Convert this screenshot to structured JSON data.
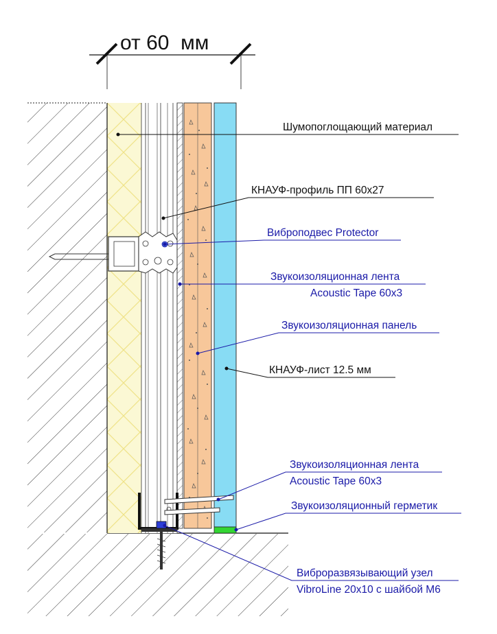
{
  "dimension": {
    "text": "от 60  мм"
  },
  "labels": {
    "sound_absorbing": "Шумопоглощающий материал",
    "profile": "КНАУФ-профиль ПП 60х27",
    "hanger": "Виброподвес Protector",
    "tape_top_1": "Звукоизоляционная лента",
    "tape_top_2": "Acoustic Tape 60х3",
    "panel": "Звукоизоляционная панель",
    "sheet": "КНАУФ-лист 12.5 мм",
    "tape_bottom_1": "Звукоизоляционная лента",
    "tape_bottom_2": "Acoustic Tape 60х3",
    "sealant": "Звукоизоляционный герметик",
    "vibro_1": "Виброразвязывающий узел",
    "vibro_2": "VibroLine 20х10 с шайбой М6"
  },
  "colors": {
    "insulation": "#fbf8d4",
    "insulation_grid": "#f0e48a",
    "panel": "#f7c79a",
    "sheet": "#88dcf4",
    "sealant": "#33d633",
    "label_black": "#111111",
    "label_blue": "#1a1aa8"
  }
}
